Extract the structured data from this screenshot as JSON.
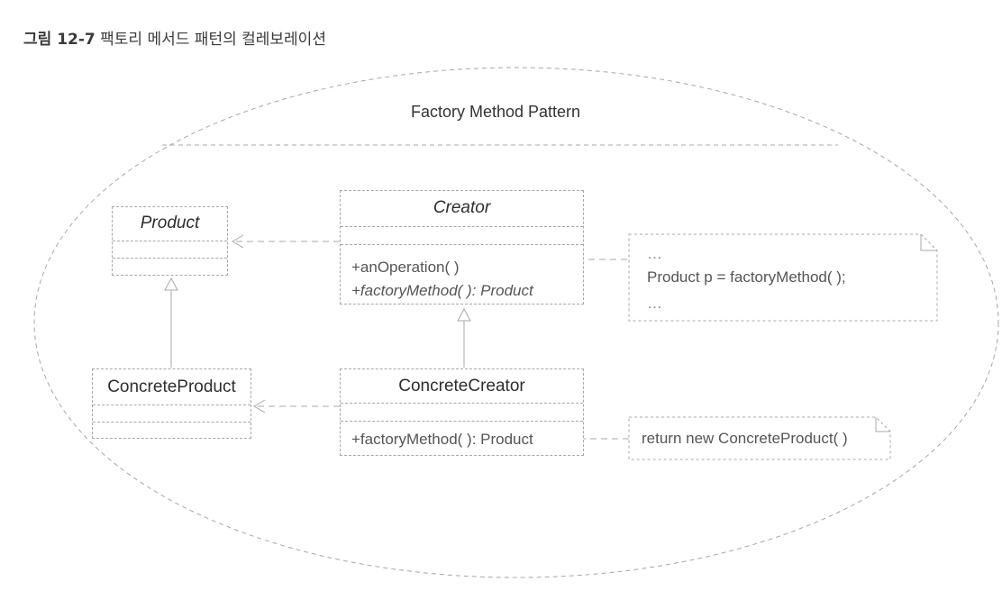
{
  "caption": {
    "figure_number": "그림 12-7",
    "title": "팩토리 메서드 패턴의 컬레보레이션"
  },
  "collaboration": {
    "name": "Factory Method Pattern"
  },
  "classes": {
    "product": {
      "name": "Product",
      "abstract": true
    },
    "concrete_product": {
      "name": "ConcreteProduct"
    },
    "creator": {
      "name": "Creator",
      "abstract": true,
      "operations": [
        "+anOperation( )",
        "+factoryMethod( ): Product"
      ]
    },
    "concrete_creator": {
      "name": "ConcreteCreator",
      "operations": [
        "+factoryMethod( ): Product"
      ]
    }
  },
  "notes": {
    "creator_note": {
      "lines": [
        "…",
        "Product p = factoryMethod( );",
        "…"
      ]
    },
    "concrete_creator_note": {
      "lines": [
        "return new ConcreteProduct( )"
      ]
    }
  },
  "colors": {
    "line": "#a8a8a8",
    "text": "#333333"
  }
}
